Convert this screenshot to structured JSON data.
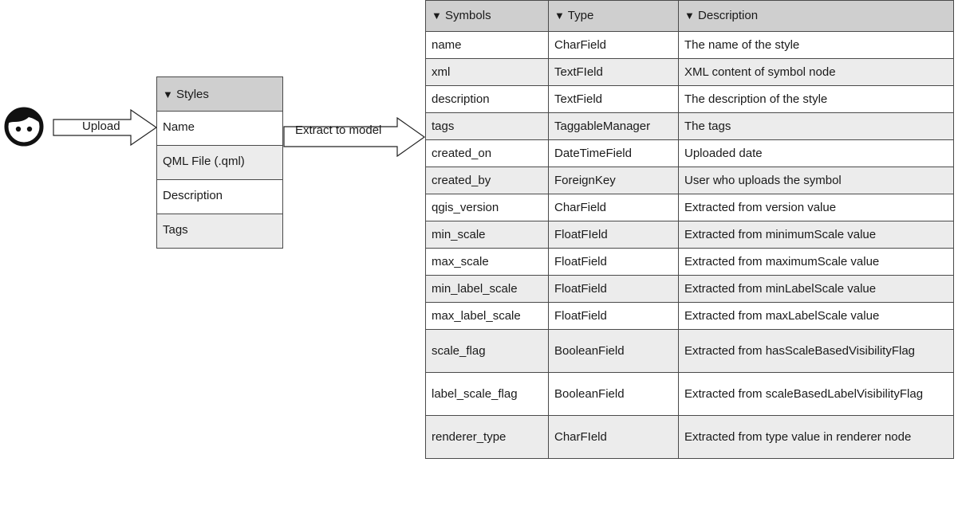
{
  "user": {
    "icon": "user-face-icon"
  },
  "upload_arrow": {
    "label": "Upload"
  },
  "styles": {
    "header": "Styles",
    "fields": [
      "Name",
      "QML File (.qml)",
      "Description",
      "Tags"
    ]
  },
  "extract_arrow": {
    "label": "Extract to model"
  },
  "model": {
    "columns": [
      "Symbols",
      "Type",
      "Description"
    ],
    "rows": [
      [
        "name",
        "CharField",
        "The name of the style"
      ],
      [
        "xml",
        "TextFIeld",
        "XML content of symbol node"
      ],
      [
        "description",
        "TextField",
        "The description of the style"
      ],
      [
        "tags",
        "TaggableManager",
        "The tags"
      ],
      [
        "created_on",
        "DateTimeField",
        "Uploaded date"
      ],
      [
        "created_by",
        "ForeignKey",
        "User who uploads the symbol"
      ],
      [
        "qgis_version",
        "CharField",
        "Extracted from version value"
      ],
      [
        "min_scale",
        "FloatFIeld",
        "Extracted from minimumScale value"
      ],
      [
        "max_scale",
        "FloatField",
        "Extracted from maximumScale value"
      ],
      [
        "min_label_scale",
        "FloatField",
        "Extracted from minLabelScale value"
      ],
      [
        "max_label_scale",
        "FloatField",
        "Extracted from maxLabelScale value"
      ],
      [
        "scale_flag",
        "BooleanField",
        "Extracted from hasScaleBasedVisibilityFlag"
      ],
      [
        "label_scale_flag",
        "BooleanField",
        "Extracted from scaleBasedLabelVisibilityFlag"
      ],
      [
        "renderer_type",
        "CharFIeld",
        "Extracted from type value in renderer node"
      ]
    ]
  },
  "colors": {
    "header_bg": "#cfcfcf",
    "shade_bg": "#ececec",
    "border": "#4a4a4a"
  }
}
